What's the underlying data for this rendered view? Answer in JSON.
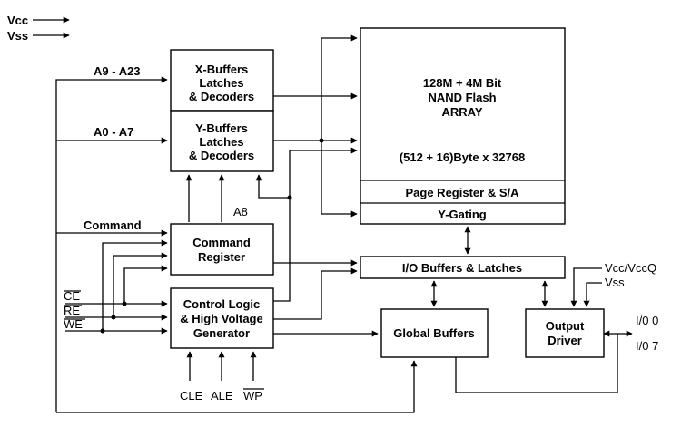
{
  "legend": {
    "vcc": "Vcc",
    "vss": "Vss"
  },
  "blocks": {
    "x_buffers": [
      "X-Buffers",
      "Latches",
      "& Decoders"
    ],
    "y_buffers": [
      "Y-Buffers",
      "Latches",
      "& Decoders"
    ],
    "command_register": [
      "Command",
      "Register"
    ],
    "control_logic": [
      "Control Logic",
      "& High Voltage",
      "Generator"
    ],
    "nand_array": [
      "128M + 4M Bit",
      "NAND Flash",
      "ARRAY"
    ],
    "array_organization": "(512 + 16)Byte x 32768",
    "page_register": "Page Register & S/A",
    "y_gating": "Y-Gating",
    "io_buffers": "I/O Buffers & Latches",
    "global_buffers": "Global Buffers",
    "output_driver": [
      "Output",
      "Driver"
    ]
  },
  "signals": {
    "a9_a23": "A9 - A23",
    "a0_a7": "A0 - A7",
    "command": "Command",
    "a8": "A8",
    "ce": "CE",
    "re": "RE",
    "we": "WE",
    "cle": "CLE",
    "ale": "ALE",
    "wp": "WP",
    "vcc_vccq": "Vcc/VccQ",
    "vss_out": "Vss",
    "io0": "I/0 0",
    "io7": "I/0 7"
  },
  "colors": {
    "line": "#000000",
    "background": "#ffffff"
  }
}
